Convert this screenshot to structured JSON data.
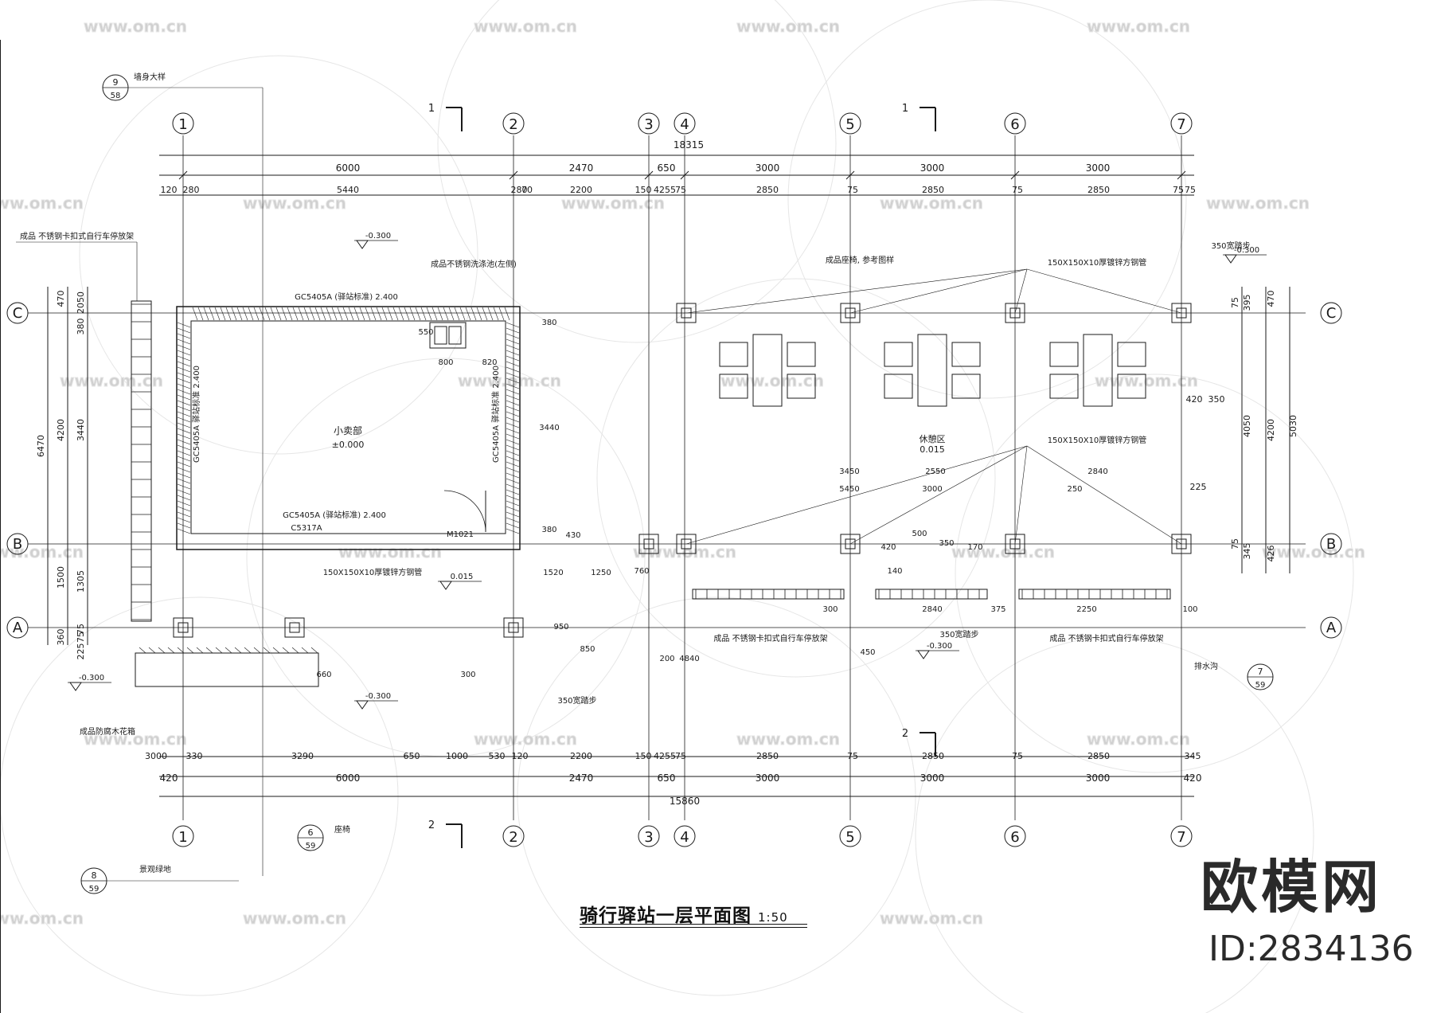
{
  "drawing": {
    "title": "骑行驿站一层平面图",
    "scale": "1:50",
    "axes_vertical": [
      "1",
      "2",
      "3",
      "4",
      "5",
      "6",
      "7"
    ],
    "axes_horizontal": [
      "C",
      "B",
      "A"
    ],
    "dims_top_total": "18315",
    "dims_top_row1": [
      "6000",
      "2470",
      "650",
      "3000",
      "3000",
      "3000"
    ],
    "dims_top_row2": [
      "120",
      "280",
      "5440",
      "280",
      "70",
      "2200",
      "150",
      "4255",
      "75",
      "2850",
      "75",
      "2850",
      "75",
      "2850",
      "75",
      "75"
    ],
    "dims_bottom_row1": [
      "3000",
      "330",
      "3290",
      "650",
      "1000",
      "530",
      "120",
      "2200",
      "150",
      "4255",
      "75",
      "2850",
      "75",
      "2850",
      "75",
      "2850",
      "345"
    ],
    "dims_bottom_row2": [
      "420",
      "6000",
      "2470",
      "650",
      "3000",
      "3000",
      "3000",
      "420"
    ],
    "dims_bottom_total": "15860",
    "dims_left": [
      "470",
      "2050",
      "380",
      "4200",
      "3440",
      "6470",
      "1500",
      "1305",
      "360",
      "75",
      "225",
      "75"
    ],
    "dims_right": [
      "75",
      "395",
      "470",
      "420",
      "350",
      "4050",
      "4200",
      "5030",
      "75",
      "345",
      "426",
      "225"
    ],
    "room_labels": {
      "kiosk": "小卖部",
      "kiosk_level": "±0.000",
      "kiosk_door": "M1021",
      "dining": "休憩区",
      "dining_level": "0.015"
    },
    "wall_labels": {
      "top_wall": "GC5405A (驿站标准) 2.400",
      "left_wall": "GC5405A 驿站标准 2.400",
      "right_wall": "GC5405A 驿站标准 2.400",
      "bottom_wall": "GC5405A (驿站标准) 2.400",
      "bottom_wall_2": "C5317A"
    },
    "notes": {
      "sink": "成品不锈钢洗涤池(左侧)",
      "rack_left": "成品 不锈钢卡扣式自行车停放架",
      "furniture": "成品座椅, 参考图样",
      "steel_post_1": "150X150X10厚镀锌方钢管",
      "steel_post_2": "150X150X10厚镀锌方钢管",
      "steel_post_3": "150X150X10厚镀锌方钢管",
      "rack_mid": "成品 不锈钢卡扣式自行车停放架",
      "rack_right": "成品 不锈钢卡扣式自行车停放架",
      "wide_step_1": "350宽踏步",
      "wide_step_2": "350宽踏步",
      "wide_step_3": "350宽踏步",
      "planter": "成品防腐木花箱",
      "landscape": "景观绿地",
      "seat": "座椅",
      "corner_node": "墙身大样",
      "gutter": "排水沟"
    },
    "levels": [
      "-0.300",
      "-0.300",
      "-0.300",
      "-0.300",
      "-0.300",
      "0.015"
    ],
    "callouts": [
      {
        "top": "9",
        "bottom": "58"
      },
      {
        "top": "6",
        "bottom": "59"
      },
      {
        "top": "8",
        "bottom": "59"
      },
      {
        "top": "7",
        "bottom": "59"
      }
    ],
    "section_marks": [
      "1",
      "1",
      "2",
      "2"
    ],
    "other_dims": [
      "550",
      "800",
      "820",
      "380",
      "3440",
      "380",
      "430",
      "1520",
      "1250",
      "760",
      "950",
      "850",
      "450",
      "200",
      "4840",
      "300",
      "660",
      "300",
      "2840",
      "2250",
      "2840",
      "3450",
      "5450",
      "3000",
      "2550",
      "250",
      "500",
      "350",
      "420",
      "170",
      "140",
      "100",
      "375"
    ]
  },
  "watermark": {
    "brand": "欧模网",
    "id": "ID:2834136",
    "url": "www.om.cn"
  }
}
